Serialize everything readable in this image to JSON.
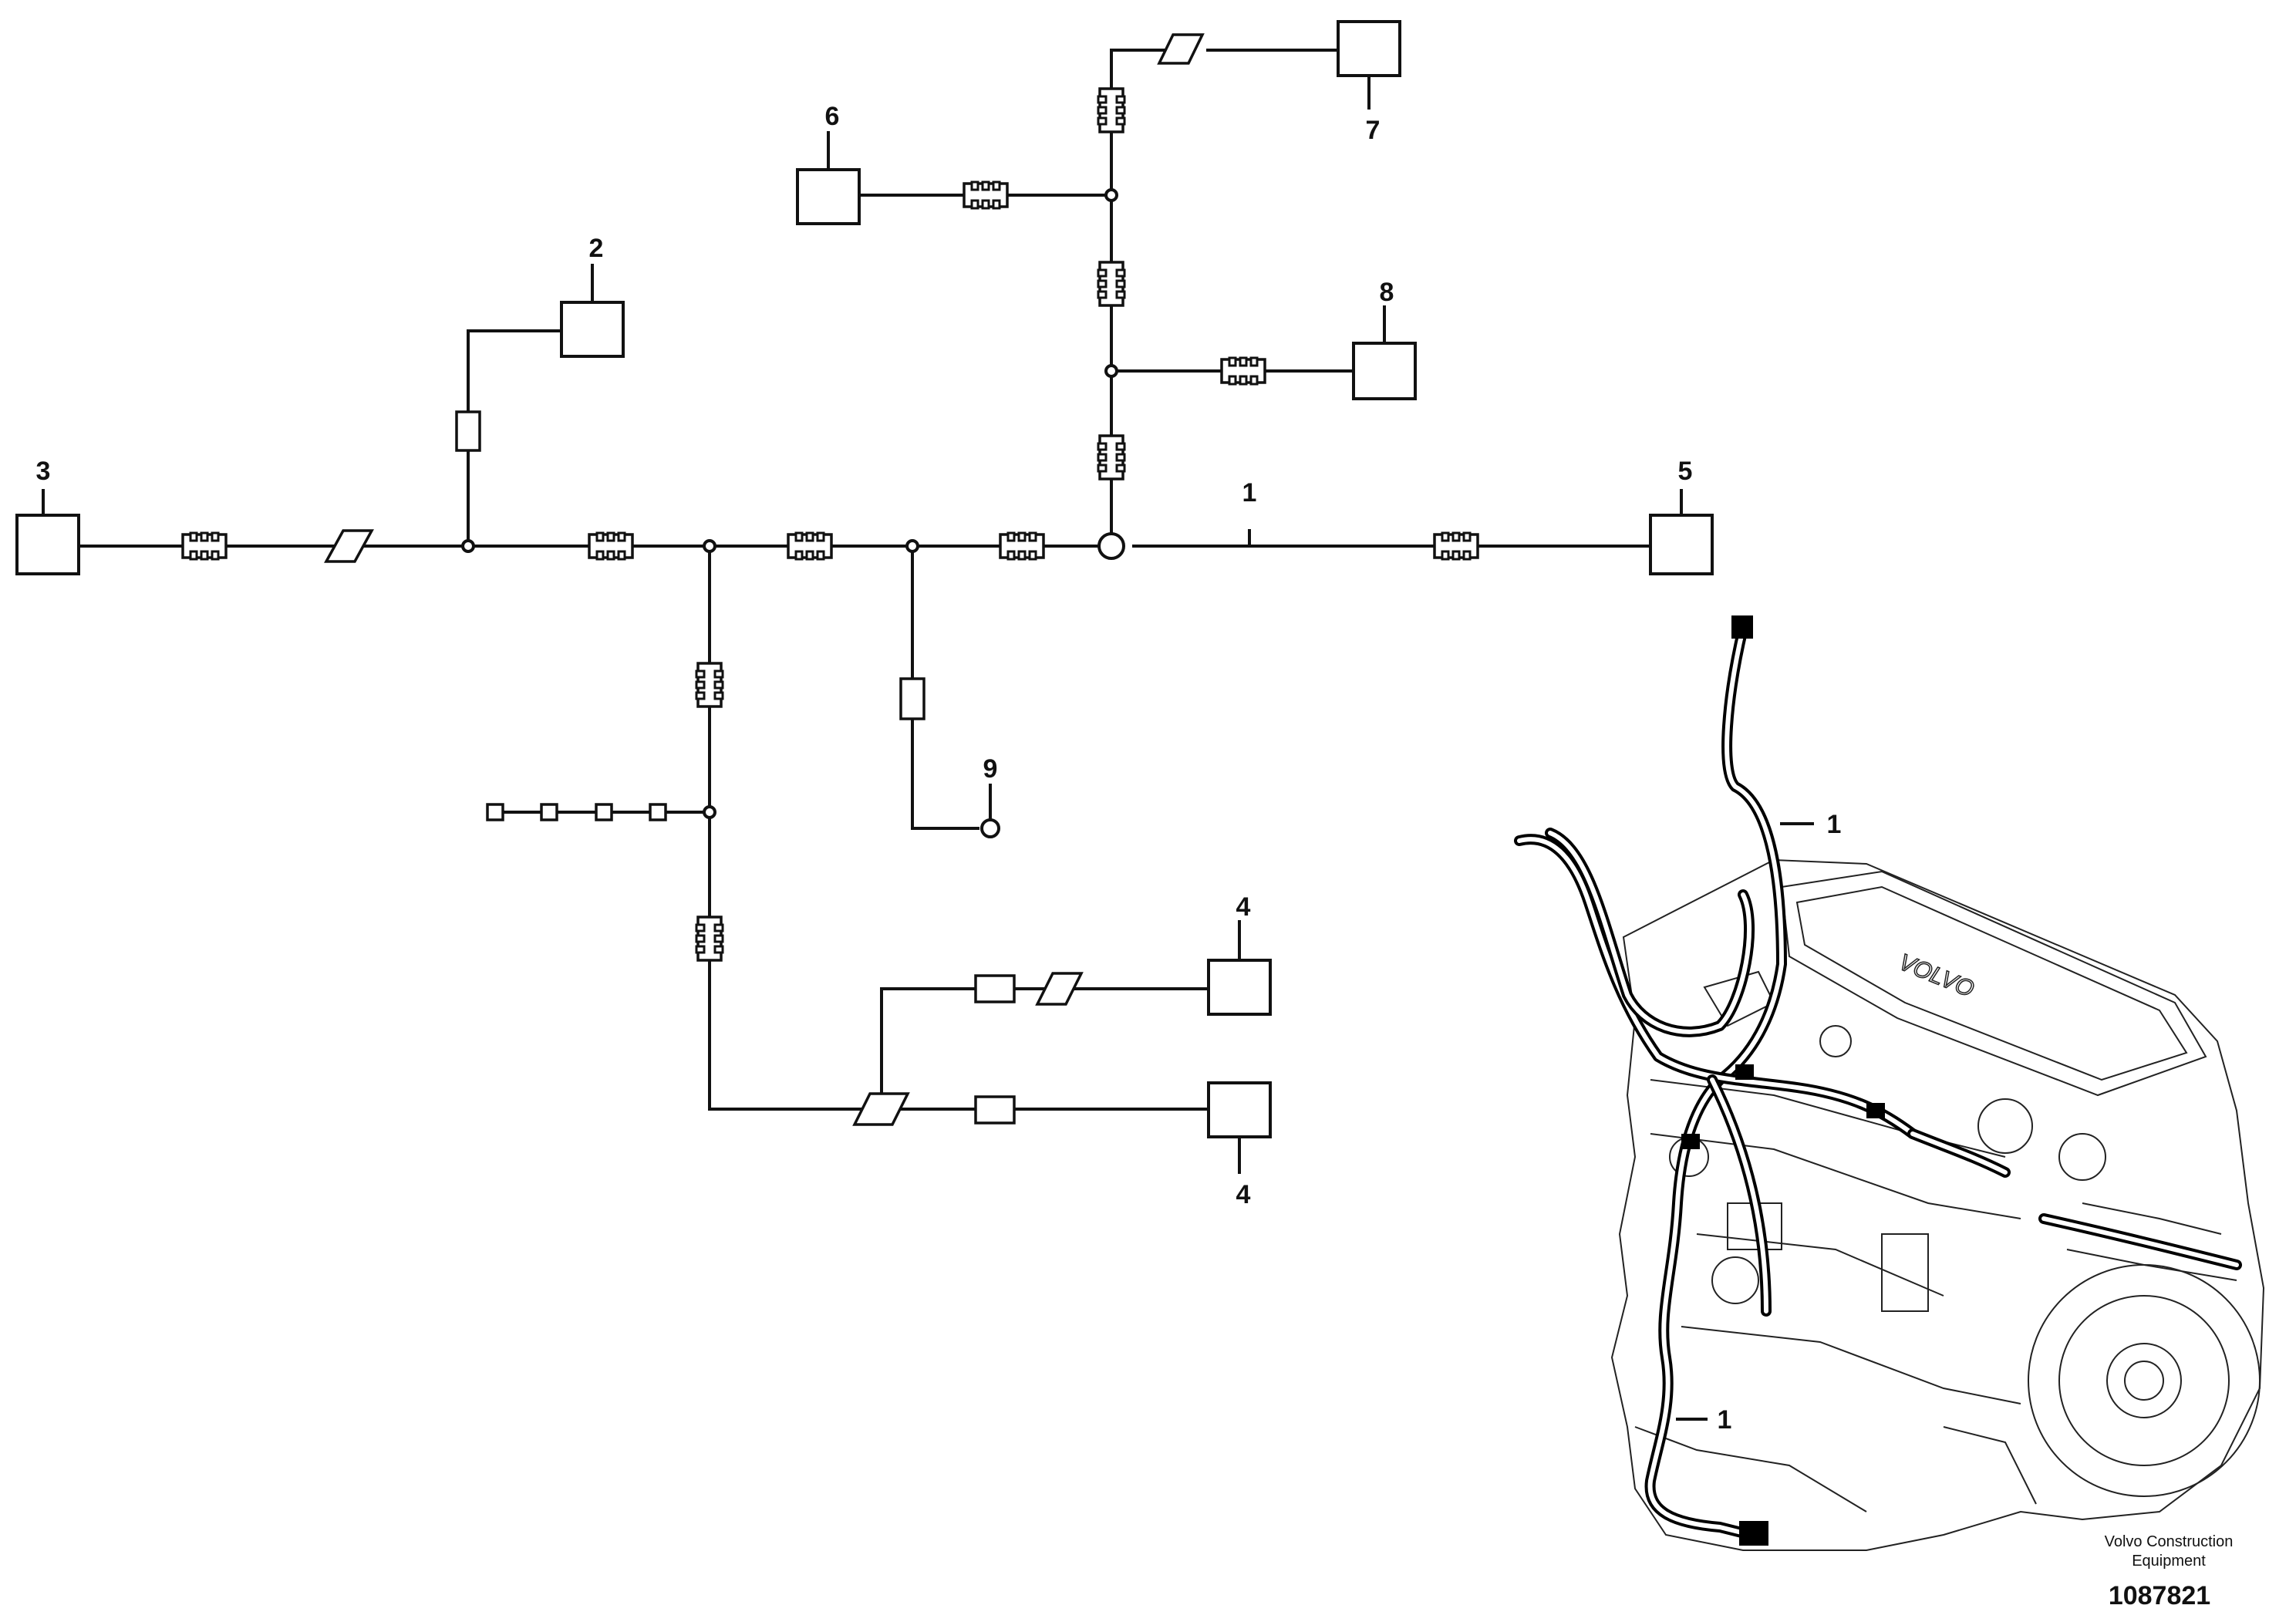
{
  "diagram": {
    "callouts": [
      {
        "id": "c1",
        "text": "1"
      },
      {
        "id": "c2",
        "text": "2"
      },
      {
        "id": "c3",
        "text": "3"
      },
      {
        "id": "c4a",
        "text": "4"
      },
      {
        "id": "c4b",
        "text": "4"
      },
      {
        "id": "c5",
        "text": "5"
      },
      {
        "id": "c6",
        "text": "6"
      },
      {
        "id": "c7",
        "text": "7"
      },
      {
        "id": "c8",
        "text": "8"
      },
      {
        "id": "c9",
        "text": "9"
      }
    ],
    "illustration_callouts": [
      {
        "id": "e1a",
        "text": "1"
      },
      {
        "id": "e1b",
        "text": "1"
      }
    ]
  },
  "footer": {
    "company_line1": "Volvo Construction",
    "company_line2": "Equipment",
    "drawing_number": "1087821"
  }
}
